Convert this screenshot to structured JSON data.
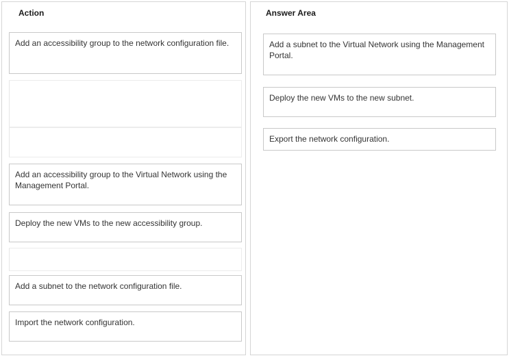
{
  "action_panel": {
    "title": "Action",
    "items": [
      {
        "label": "Add an accessibility group to the network configuration file."
      },
      {
        "label": ""
      },
      {
        "label": ""
      },
      {
        "label": "Add an accessibility group to the Virtual Network using the Management Portal."
      },
      {
        "label": "Deploy the new VMs to the new accessibility group."
      },
      {
        "label": ""
      },
      {
        "label": "Add a subnet to the network configuration file."
      },
      {
        "label": "Import the network configuration."
      }
    ]
  },
  "answer_panel": {
    "title": "Answer Area",
    "items": [
      {
        "label": "Add a subnet to the Virtual Network using the Management Portal."
      },
      {
        "label": "Deploy the new VMs to the new subnet."
      },
      {
        "label": "Export the network configuration."
      }
    ]
  }
}
